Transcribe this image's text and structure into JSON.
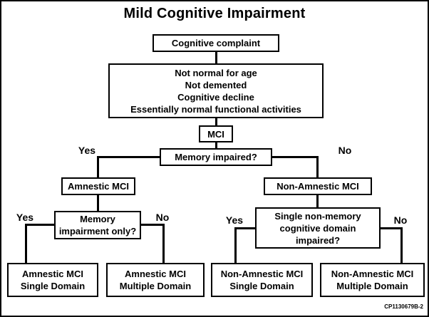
{
  "title": "Mild Cognitive Impairment",
  "footer_code": "CP1130679B-2",
  "colors": {
    "background": "#ffffff",
    "line": "#000000",
    "text": "#000000"
  },
  "labels": {
    "yes": "Yes",
    "no": "No"
  },
  "nodes": {
    "complaint": "Cognitive complaint",
    "criteria": [
      "Not normal for age",
      "Not demented",
      "Cognitive decline",
      "Essentially normal functional activities"
    ],
    "mci": "MCI",
    "memory_q": "Memory impaired?",
    "amnestic": "Amnestic MCI",
    "non_amnestic": "Non-Amnestic MCI",
    "memory_only_q": [
      "Memory",
      "impairment only?"
    ],
    "single_nonmemory_q": [
      "Single non-memory",
      "cognitive domain",
      "impaired?"
    ],
    "amnestic_single": [
      "Amnestic MCI",
      "Single Domain"
    ],
    "amnestic_multiple": [
      "Amnestic MCI",
      "Multiple Domain"
    ],
    "non_amnestic_single": [
      "Non-Amnestic MCI",
      "Single Domain"
    ],
    "non_amnestic_multiple": [
      "Non-Amnestic MCI",
      "Multiple Domain"
    ]
  }
}
